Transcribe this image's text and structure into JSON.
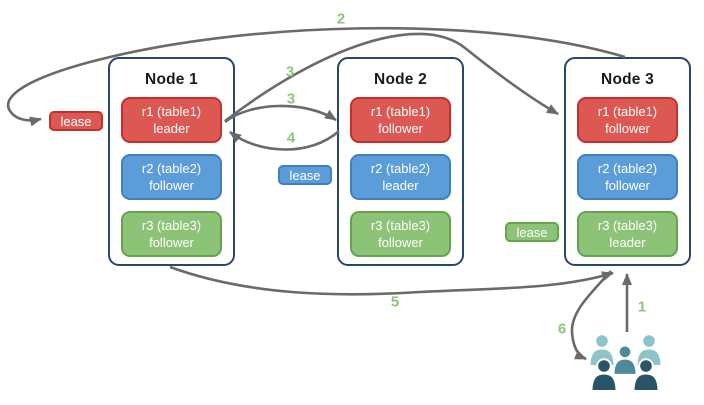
{
  "nodes": [
    {
      "title": "Node 1",
      "ranges": [
        {
          "line1": "r1 (table1)",
          "line2": "leader",
          "color": "red"
        },
        {
          "line1": "r2 (table2)",
          "line2": "follower",
          "color": "blue"
        },
        {
          "line1": "r3 (table3)",
          "line2": "follower",
          "color": "green"
        }
      ]
    },
    {
      "title": "Node 2",
      "ranges": [
        {
          "line1": "r1 (table1)",
          "line2": "follower",
          "color": "red"
        },
        {
          "line1": "r2 (table2)",
          "line2": "leader",
          "color": "blue"
        },
        {
          "line1": "r3 (table3)",
          "line2": "follower",
          "color": "green"
        }
      ]
    },
    {
      "title": "Node 3",
      "ranges": [
        {
          "line1": "r1 (table1)",
          "line2": "follower",
          "color": "red"
        },
        {
          "line1": "r2 (table2)",
          "line2": "follower",
          "color": "blue"
        },
        {
          "line1": "r3 (table3)",
          "line2": "leader",
          "color": "green"
        }
      ]
    }
  ],
  "leases": {
    "r1": "lease",
    "r2": "lease",
    "r3": "lease"
  },
  "arrow_labels": {
    "step1": "1",
    "step2": "2",
    "step3a": "3",
    "step3b": "3",
    "step4": "4",
    "step5": "5",
    "step6": "6"
  },
  "colors": {
    "red": "#db5853",
    "red_border": "#c62f2c",
    "blue": "#5b9dd9",
    "blue_border": "#417fc1",
    "green": "#8dc377",
    "green_border": "#66a34e",
    "node_border": "#29466b",
    "arrow": "#6a6a6a",
    "step_label": "#8cc57b",
    "crowd_light": "#8ec3c7",
    "crowd_mid": "#4f8a9b",
    "crowd_dark": "#2a5568"
  }
}
